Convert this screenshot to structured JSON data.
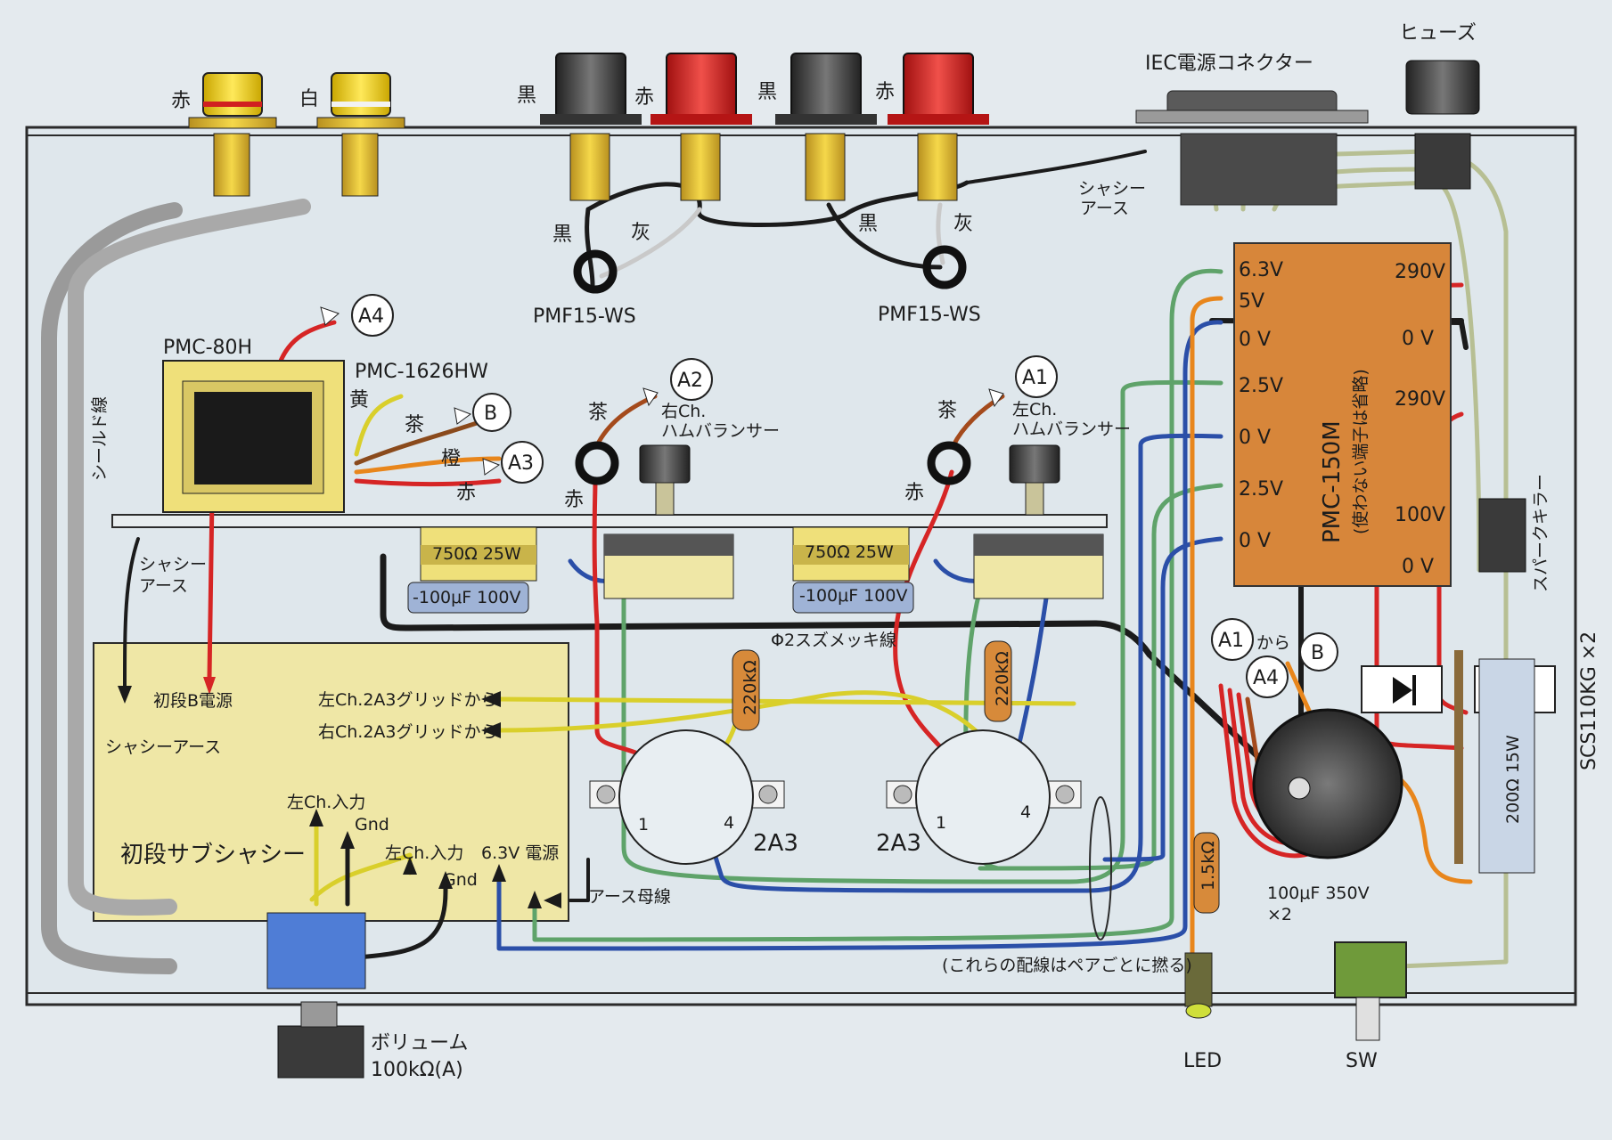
{
  "jacks": {
    "rca_left": "赤",
    "rca_right": "白",
    "sp1_black": "黒",
    "sp1_red": "赤",
    "sp2_black": "黒",
    "sp2_red": "赤"
  },
  "top": {
    "iec": "IEC電源コネクター",
    "fuse": "ヒューズ",
    "chassis_earth_1": "シャシー",
    "chassis_earth_2": "アース"
  },
  "speaker_wires": {
    "black1": "黒",
    "gray1": "灰",
    "black2": "黒",
    "gray2": "灰",
    "pmf_left": "PMF15-WS",
    "pmf_right": "PMF15-WS"
  },
  "shield": "シールド線",
  "transformers": {
    "pmc80h": "PMC-80H",
    "pmc1626": "PMC-1626HW",
    "yellow": "黄",
    "brown": "茶",
    "orange": "橙",
    "red": "赤"
  },
  "markers": {
    "a4": "A4",
    "b": "B",
    "a3": "A3",
    "a2": "A2",
    "a1": "A1",
    "a_from_start": "A1",
    "a_from_end": "A4",
    "kara": "から",
    "b2": "B"
  },
  "hum": {
    "left_brown": "茶",
    "left_line1": "右Ch.",
    "left_line2": "ハムバランサー",
    "right_brown": "茶",
    "right_line1": "左Ch.",
    "right_line2": "ハムバランサー",
    "red1": "赤",
    "red2": "赤"
  },
  "components": {
    "res750_1": "750Ω 25W",
    "cap100_1": "-100μF 100V",
    "res750_2": "750Ω 25W",
    "cap100_2": "-100μF 100V",
    "wire_bus": "Φ2スズメッキ線",
    "r220_1": "220kΩ",
    "r220_2": "220kΩ",
    "tube1": "2A3",
    "tube2": "2A3",
    "pin1": "1",
    "pin4": "4",
    "pin1b": "1",
    "pin4b": "4"
  },
  "subchassis": {
    "earth_label_1": "シャシー",
    "earth_label_2": "アース",
    "b_supply": "初段B電源",
    "chassis_earth": "シャシーアース",
    "grid_left": "左Ch.2A3グリッドから",
    "grid_right": "右Ch.2A3グリッドから",
    "in_left": "左Ch.入力",
    "gnd1": "Gnd",
    "name": "初段サブシャシー",
    "in_left2": "左Ch.入力",
    "gnd2": "Gnd",
    "supply": "6.3V 電源",
    "earth_bus": "アース母線"
  },
  "power": {
    "name": "PMC-150M",
    "note": "(使わない端子は省略)",
    "l1": "6.3V",
    "l2": "5V",
    "l3": "0 V",
    "l4": "2.5V",
    "l5": "0 V",
    "l6": "2.5V",
    "l7": "0 V",
    "r1": "290V",
    "r2": "0 V",
    "r3": "290V",
    "r4": "100V",
    "r5": "0 V"
  },
  "right": {
    "spark": "スパークキラー",
    "scs": "SCS110KG ×2",
    "res200": "200Ω 15W",
    "cap": "100μF 350V",
    "cap_x2": "×2",
    "r15k": "1.5kΩ",
    "pairs": "(これらの配線はペアごとに撚る)",
    "led": "LED",
    "sw": "SW"
  },
  "volume": {
    "line1": "ボリューム",
    "line2": "100kΩ(A)"
  }
}
